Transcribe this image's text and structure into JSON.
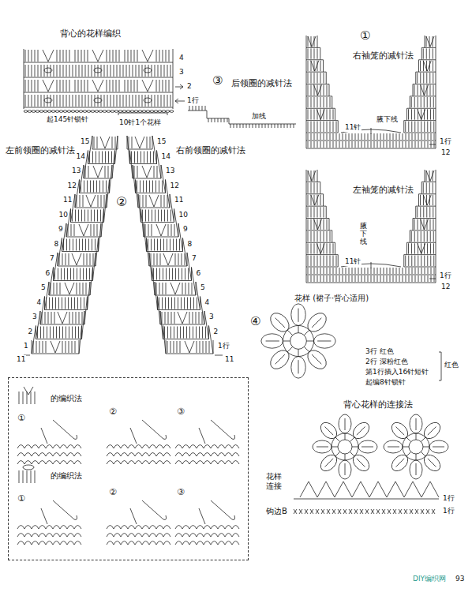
{
  "diagram": {
    "nodes": [
      {
        "text": [
          "的编织法",
          "①",
          "②",
          "③",
          "的编织法",
          "①",
          "②",
          "③"
        ]
      }
    ],
    "labels": [
      "背心的花样编织",
      "4",
      "3",
      "2",
      "1行",
      "起145针锁针",
      "10针1个花样",
      "③",
      "后领圈的减针法",
      "加线",
      "左前领圈的减针法",
      "右前领圈的减针法",
      "②",
      "15",
      "14",
      "13",
      "12",
      "11",
      "10",
      "9",
      "8",
      "7",
      "6",
      "5",
      "4",
      "3",
      "2",
      "1",
      "11",
      "15",
      "14",
      "13",
      "12",
      "11",
      "10",
      "9",
      "8",
      "7",
      "6",
      "5",
      "4",
      "3",
      "2",
      "1行",
      "11",
      "①",
      "右袖笼的减针法",
      "腋下线",
      "11针",
      "1行",
      "12",
      "左袖笼的减针法",
      "腋下线",
      "11针",
      "1行",
      "12",
      "花样 (裙子·背心适用)",
      "④",
      "3行 红色",
      "2行 深粉红色",
      "第1行插入16针短针",
      "起编8针锁针",
      "红色",
      "背心花样的连接法",
      "花样 连接",
      "钩边B",
      "1行",
      "1行",
      "DIY编织网",
      "93"
    ]
  }
}
